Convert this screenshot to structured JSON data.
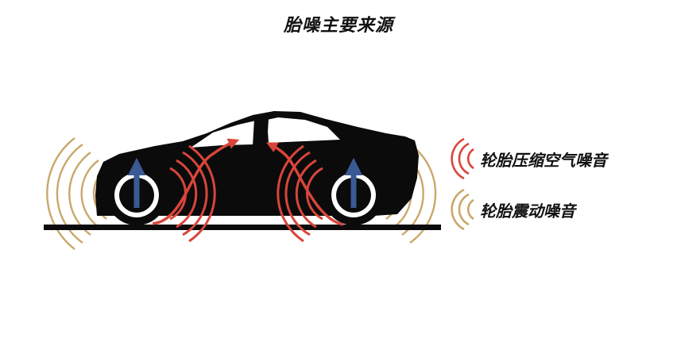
{
  "title": "胎噪主要来源",
  "legend": [
    {
      "label": "轮胎压缩空气噪音",
      "color": "#d9453b"
    },
    {
      "label": "轮胎震动噪音",
      "color": "#c9a86a"
    }
  ],
  "colors": {
    "car": "#0b0b0b",
    "ground": "#0b0b0b",
    "arrow_red": "#d9453b",
    "arrow_blue": "#3a5a94",
    "wave_red": "#d9453b",
    "wave_gold": "#c9a86a"
  }
}
